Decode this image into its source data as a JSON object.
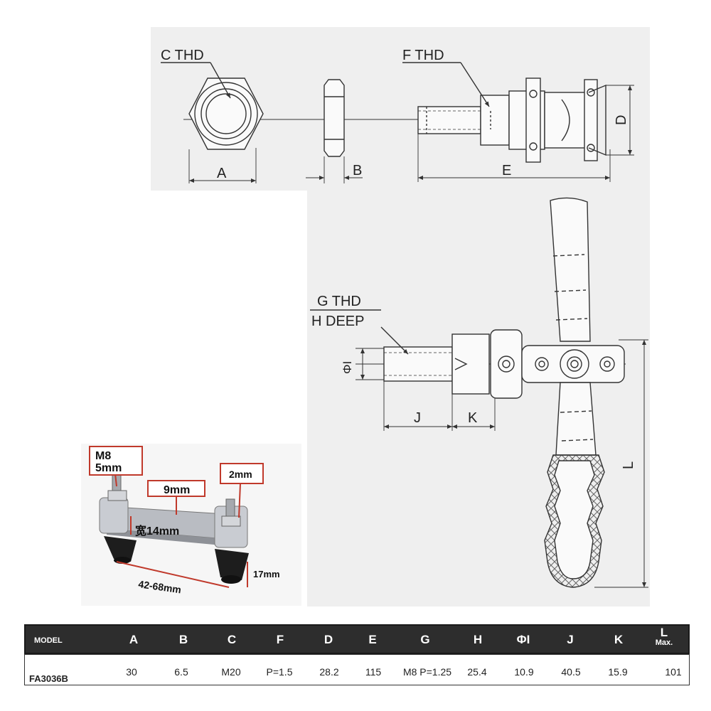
{
  "top_view": {
    "c_thd": "C THD",
    "f_thd": "F THD",
    "a": "A",
    "b": "B",
    "e": "E",
    "d": "D"
  },
  "side_view": {
    "g_thd": "G THD",
    "h_deep": "H DEEP",
    "phi_i": "ΦI",
    "j": "J",
    "k": "K",
    "l": "L"
  },
  "photo": {
    "m8": "M8",
    "m8_len": "5mm",
    "w9": "9mm",
    "w2": "2mm",
    "wide": "宽14mm",
    "range": "42-68mm",
    "h17": "17mm"
  },
  "table": {
    "model_header": "MODEL",
    "headers": [
      "A",
      "B",
      "C",
      "F",
      "D",
      "E",
      "G",
      "H",
      "ΦI",
      "J",
      "K"
    ],
    "l_header": "L",
    "l_sub": "Max.",
    "model": "FA3036B",
    "values": [
      "30",
      "6.5",
      "M20",
      "P=1.5",
      "28.2",
      "115",
      "M8 P=1.25",
      "25.4",
      "10.9",
      "40.5",
      "15.9",
      "101"
    ]
  }
}
